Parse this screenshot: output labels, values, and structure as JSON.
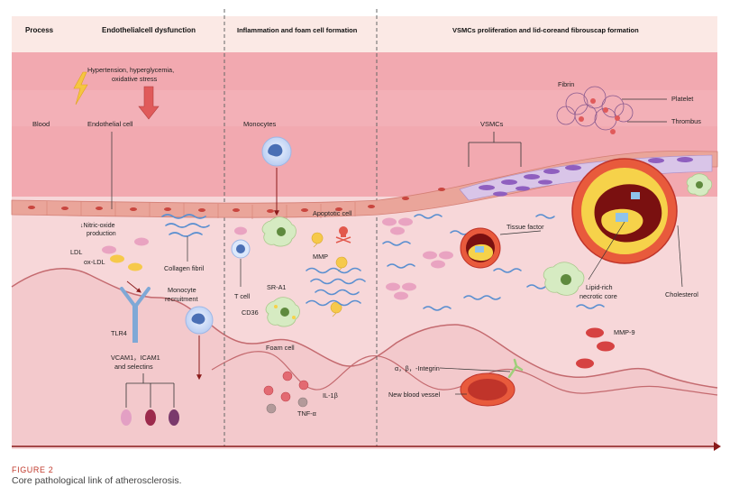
{
  "header": {
    "process": "Process",
    "stage1": "Endothelialcell dysfunction",
    "stage2": "Inflammation and foam cell formation",
    "stage3": "VSMCs proliferation and lid-coreand fibrouscap formation"
  },
  "labels": {
    "blood": "Blood",
    "hypertension_line1": "Hypertension, hyperglycemia,",
    "hypertension_line2": "oxidative stress",
    "endothelial_cell": "Endothelial cell",
    "nitric_line1": "↓Nitric-oxide",
    "nitric_line2": "production",
    "ldl": "LDL",
    "ox_ldl": "ox-LDL",
    "collagen_fibril": "Collagen fibril",
    "monocyte_recruitment_line1": "Monocyte",
    "monocyte_recruitment_line2": "recruitment",
    "tlr4": "TLR4",
    "vcam_line1": "VCAM1，ICAM1",
    "vcam_line2": "and selectins",
    "monocytes": "Monocytes",
    "apoptotic_cell": "Apoptotic cell",
    "mmp": "MMP",
    "sr_a1": "SR-A1",
    "t_cell": "T cell",
    "cd36": "CD36",
    "foam_cell": "Foam cell",
    "il_1b": "IL-1β",
    "tnf_a": "TNF-α",
    "vsmcs": "VSMCs",
    "fibrin": "Fibrin",
    "platelet": "Platelet",
    "thrombus": "Thrombus",
    "tissue_factor": "Tissue factor",
    "lipid_line1": "Lipid-rich",
    "lipid_line2": "necrotic core",
    "cholesterol": "Cholesterol",
    "mmp9": "MMP-9",
    "integrin": "α，β，-Integrin",
    "new_blood_vessel": "New blood vessel"
  },
  "caption": {
    "label": "FIGURE 2",
    "text": "Core pathological link of atherosclerosis."
  },
  "colors": {
    "header_bg": "#fbe9e5",
    "blood_bg": "#f2a9b0",
    "intima_bg": "#f7d3d6",
    "tissue_bg": "#f9e6e6",
    "endothelium": "#e89088",
    "accent_arrow": "#e05a5a",
    "lipid_yellow": "#f6d24a",
    "fibril_blue": "#5a8fd0"
  }
}
